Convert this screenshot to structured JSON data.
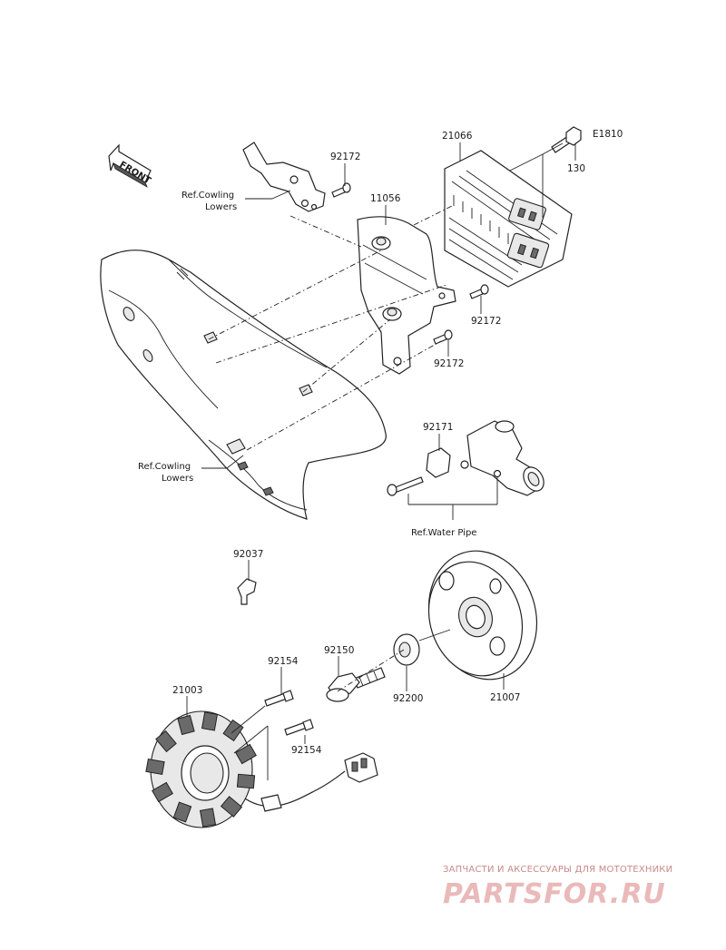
{
  "diagram_code": "E1810",
  "front_label": "FRONT",
  "refs": {
    "cowling_upper": [
      "Ref.Cowling",
      "Lowers"
    ],
    "cowling_lower": [
      "Ref.Cowling",
      "Lowers"
    ],
    "water_pipe": "Ref.Water Pipe"
  },
  "parts": {
    "p21066": "21066",
    "p130": "130",
    "p92172_a": "92172",
    "p11056": "11056",
    "p92172_b": "92172",
    "p92172_c": "92172",
    "p92171": "92171",
    "p92037": "92037",
    "p92150": "92150",
    "p92154_a": "92154",
    "p21003": "21003",
    "p92200": "92200",
    "p21007": "21007",
    "p92154_b": "92154"
  },
  "watermark": {
    "tagline": "ЗАПЧАСТИ И АКСЕССУАРЫ ДЛЯ МОТОТЕХНИКИ",
    "logo": "PARTSFOR.RU"
  },
  "icons": [
    "front-arrow-icon"
  ]
}
